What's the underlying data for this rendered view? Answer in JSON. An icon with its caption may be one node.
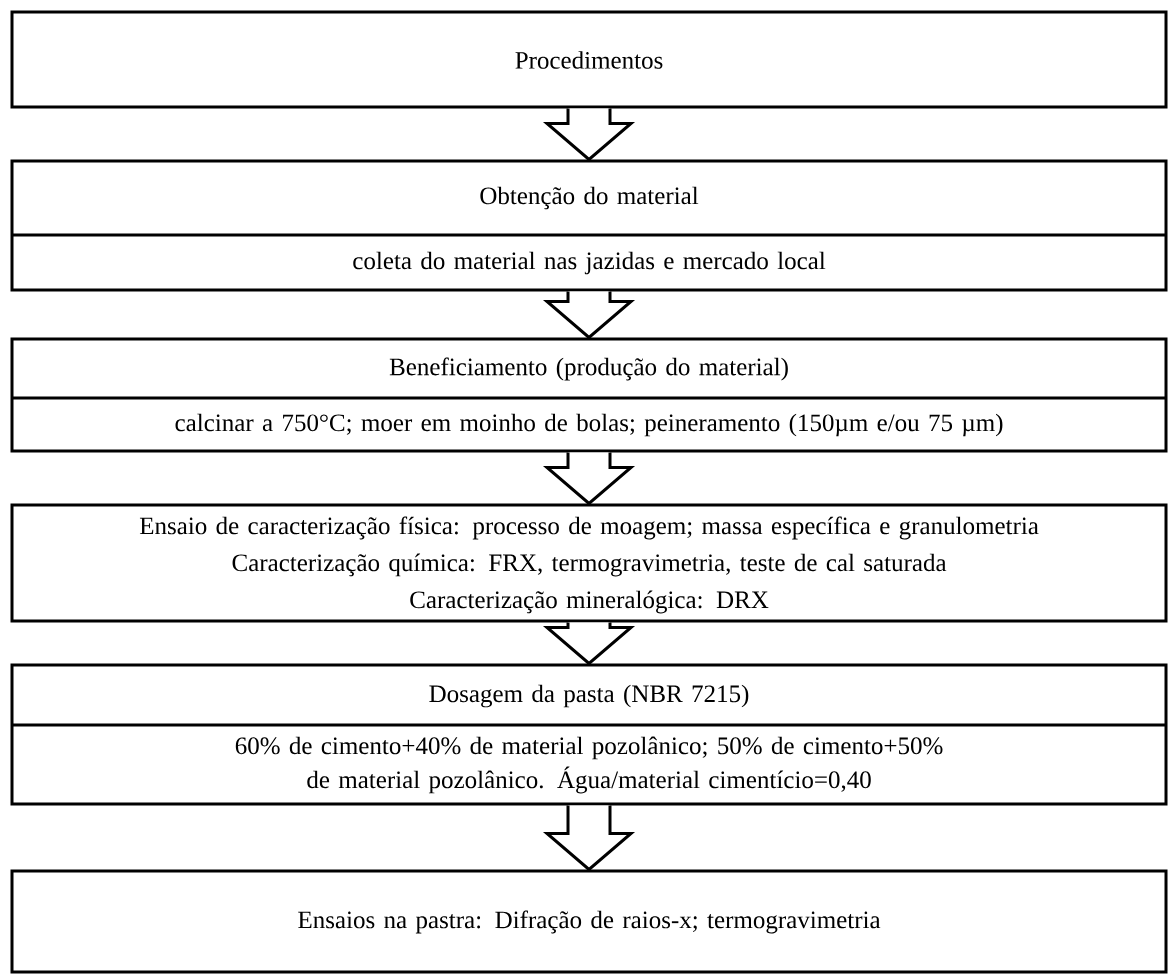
{
  "diagram": {
    "nodes": [
      {
        "text": [
          "Procedimentos"
        ]
      },
      {
        "text": [
          "Obtenção do material",
          "coleta do material nas jazidas e mercado local"
        ]
      },
      {
        "text": [
          "Beneficiamento (produção do material)",
          "calcinar a 750°C; moer em moinho de bolas; peineramento (150µm e/ou 75 µm)"
        ]
      },
      {
        "text": [
          "Ensaio de caracterização física: processo de moagem; massa específica e granulometria",
          "Caracterização química: FRX, termogravimetria, teste de cal saturada",
          "Caracterização mineralógica: DRX"
        ]
      },
      {
        "text": [
          "Dosagem da pasta (NBR 7215)",
          "60% de cimento+40% de material pozolânico;  50% de cimento+50% de material pozolânico. Água/material cimentício=0,40"
        ]
      },
      {
        "text": [
          "Ensaios na pastra: Difração de raios-x; termogravimetria"
        ]
      }
    ],
    "edges": [
      {
        "from": 0,
        "to": 1,
        "arrow": "to"
      },
      {
        "from": 1,
        "to": 2,
        "arrow": "to"
      },
      {
        "from": 2,
        "to": 3,
        "arrow": "to"
      },
      {
        "from": 3,
        "to": 4,
        "arrow": "to"
      },
      {
        "from": 4,
        "to": 5,
        "arrow": "to"
      }
    ]
  }
}
